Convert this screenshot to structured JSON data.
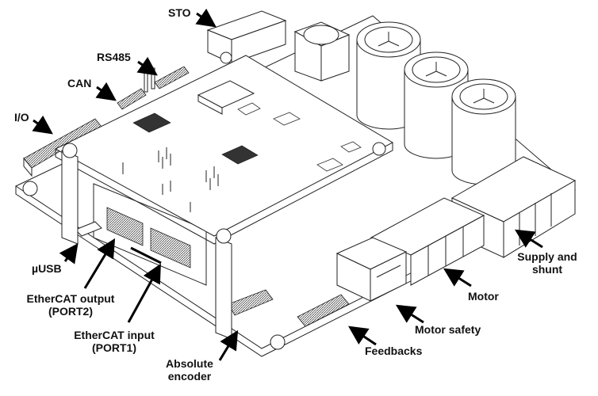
{
  "diagram": {
    "subject": "Servo drive board (isometric line drawing)",
    "labels": {
      "sto": "STO",
      "rs485": "RS485",
      "can": "CAN",
      "io": "I/O",
      "usb": "µUSB",
      "ethercat_out_line1": "EtherCAT output",
      "ethercat_out_line2": "(PORT2)",
      "ethercat_in_line1": "EtherCAT input",
      "ethercat_in_line2": "(PORT1)",
      "abs_enc_line1": "Absolute",
      "abs_enc_line2": "encoder",
      "feedbacks": "Feedbacks",
      "motor_safety": "Motor safety",
      "motor": "Motor",
      "supply_line1": "Supply and",
      "supply_line2": "shunt"
    },
    "colors": {
      "line": "#222222",
      "text": "#111111",
      "background": "#ffffff"
    }
  }
}
